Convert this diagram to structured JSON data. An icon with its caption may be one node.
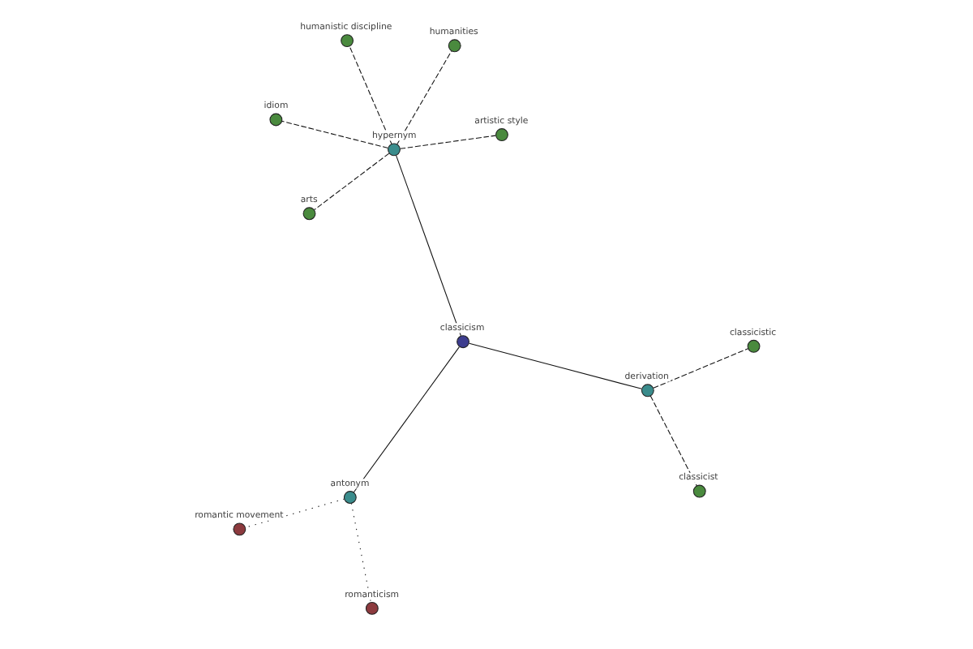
{
  "diagram": {
    "nodes": [
      {
        "text": [
          "idiom"
        ]
      },
      {
        "text": [
          "artistic style"
        ]
      },
      {
        "text": [
          "arts"
        ]
      },
      {
        "text": [
          "humanities"
        ]
      },
      {
        "text": [
          "hypernym"
        ]
      },
      {
        "text": [
          "humanistic discipline"
        ]
      },
      {
        "text": [
          "classicism"
        ]
      },
      {
        "text": [
          "romanticism"
        ]
      },
      {
        "text": [
          "antonym"
        ]
      },
      {
        "text": [
          "derivation"
        ]
      },
      {
        "text": [
          "classicist"
        ]
      },
      {
        "text": [
          "romantic movement"
        ]
      },
      {
        "text": [
          "classicistic"
        ]
      }
    ],
    "edges": [
      {
        "from": 6,
        "to": 4,
        "arrow": "none"
      },
      {
        "from": 6,
        "to": 8,
        "arrow": "none"
      },
      {
        "from": 6,
        "to": 9,
        "arrow": "none"
      },
      {
        "from": 4,
        "to": 0,
        "arrow": "none",
        "style": "dashed"
      },
      {
        "from": 4,
        "to": 1,
        "arrow": "none",
        "style": "dashed"
      },
      {
        "from": 4,
        "to": 2,
        "arrow": "none",
        "style": "dashed"
      },
      {
        "from": 4,
        "to": 3,
        "arrow": "none",
        "style": "dashed"
      },
      {
        "from": 4,
        "to": 5,
        "arrow": "none",
        "style": "dashed"
      },
      {
        "from": 8,
        "to": 7,
        "arrow": "none",
        "style": "dashed"
      },
      {
        "from": 8,
        "to": 11,
        "arrow": "none",
        "style": "dashed"
      },
      {
        "from": 9,
        "to": 10,
        "arrow": "none",
        "style": "dashed"
      },
      {
        "from": 9,
        "to": 12,
        "arrow": "none",
        "style": "dashed"
      }
    ]
  }
}
